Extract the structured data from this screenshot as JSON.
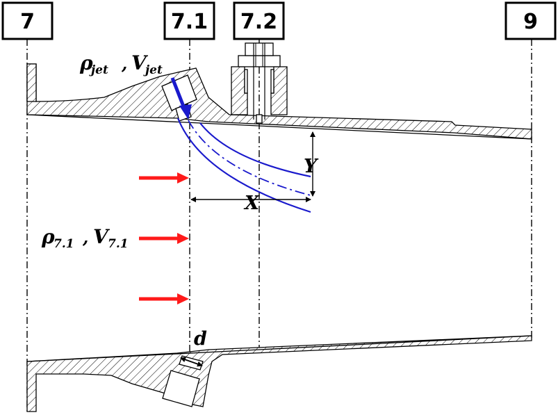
{
  "stations": [
    "7",
    "7.1",
    "7.2",
    "9"
  ],
  "labels": {
    "jet_rho": "ρ",
    "jet_sub": "jet",
    "jet_comma": ",",
    "jet_v": "V",
    "jet_v_sub": "jet",
    "main_rho": "ρ",
    "main_sub": "7.1",
    "main_comma": ",",
    "main_v": "V",
    "main_v_sub": "7.1",
    "x_dim": "X",
    "y_dim": "Y",
    "d_dim": "d"
  },
  "colors": {
    "flow_arrow": "#ff1a1a",
    "jet_path": "#1a1acc",
    "outline": "#000000"
  }
}
